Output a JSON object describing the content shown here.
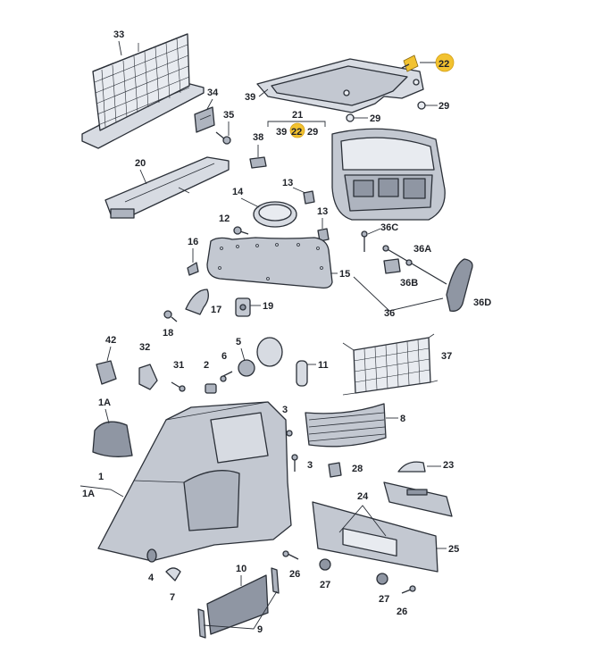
{
  "labels": {
    "l33": "33",
    "l34": "34",
    "l35": "35",
    "l20": "20",
    "l39a": "39",
    "l21": "21",
    "l39b": "39",
    "l22a": "22",
    "l29a": "29",
    "l29b": "29",
    "l29c": "29",
    "l22b": "22",
    "l38": "38",
    "l13a": "13",
    "l14": "14",
    "l12": "12",
    "l13b": "13",
    "l36c": "36C",
    "l16": "16",
    "l36a": "36A",
    "l36b": "36B",
    "l15": "15",
    "l36d": "36D",
    "l17": "17",
    "l19": "19",
    "l36": "36",
    "l18": "18",
    "l42": "42",
    "l32": "32",
    "l5": "5",
    "l31": "31",
    "l2": "2",
    "l6": "6",
    "l11": "11",
    "l37": "37",
    "l1a": "1A",
    "l3a": "3",
    "l8": "8",
    "l3b": "3",
    "l28": "28",
    "l23": "23",
    "l1": "1",
    "l1a2": "1A",
    "l24": "24",
    "l25": "25",
    "l4": "4",
    "l26a": "26",
    "l10": "10",
    "l27a": "27",
    "l27b": "27",
    "l26b": "26",
    "l7": "7",
    "l9": "9"
  },
  "colors": {
    "part_fill": "#d7dbe2",
    "outline": "#2b3038",
    "highlight": "#f2c230"
  }
}
